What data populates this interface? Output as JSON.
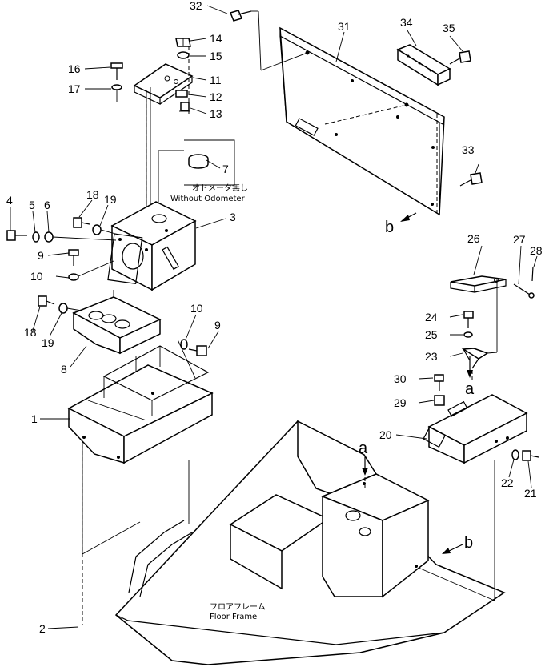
{
  "part_numbers": {
    "p1": "1",
    "p2": "2",
    "p3": "3",
    "p4": "4",
    "p5": "5",
    "p6": "6",
    "p7": "7",
    "p8": "8",
    "p9a": "9",
    "p9b": "9",
    "p10a": "10",
    "p10b": "10",
    "p11": "11",
    "p12": "12",
    "p13": "13",
    "p14": "14",
    "p15": "15",
    "p16": "16",
    "p17": "17",
    "p18a": "18",
    "p18b": "18",
    "p19a": "19",
    "p19b": "19",
    "p20": "20",
    "p21": "21",
    "p22": "22",
    "p23": "23",
    "p24": "24",
    "p25": "25",
    "p26": "26",
    "p27": "27",
    "p28": "28",
    "p29": "29",
    "p30": "30",
    "p31": "31",
    "p32": "32",
    "p33": "33",
    "p34": "34",
    "p35": "35"
  },
  "refs": {
    "a_top": "a",
    "a_bottom": "a",
    "b_left": "b",
    "b_right": "b"
  },
  "captions": {
    "odometer_jp": "オドメータ無し",
    "odometer_en": "Without Odometer",
    "floor_jp": "フロアフレーム",
    "floor_en": "Floor Frame"
  }
}
